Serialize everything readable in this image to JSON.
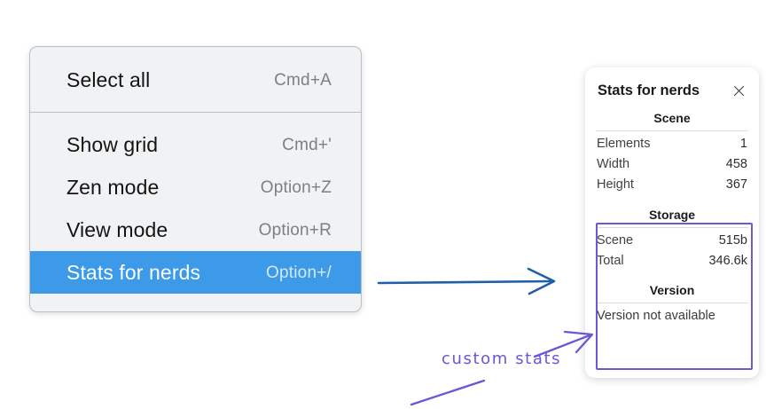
{
  "context_menu": {
    "sections": [
      {
        "items": [
          {
            "label": "Select all",
            "shortcut": "Cmd+A",
            "selected": false
          }
        ]
      },
      {
        "items": [
          {
            "label": "Show grid",
            "shortcut": "Cmd+'",
            "selected": false
          },
          {
            "label": "Zen mode",
            "shortcut": "Option+Z",
            "selected": false
          },
          {
            "label": "View mode",
            "shortcut": "Option+R",
            "selected": false
          },
          {
            "label": "Stats for nerds",
            "shortcut": "Option+/",
            "selected": true
          }
        ]
      }
    ],
    "colors": {
      "background": "#f1f2f4",
      "border": "#b9bfc7",
      "selected_background": "#3c9ae8",
      "selected_label": "#ffffff",
      "selected_shortcut": "#d5e9f9",
      "label": "#141414",
      "shortcut": "#7b7f86"
    }
  },
  "stats_panel": {
    "title": "Stats for nerds",
    "close_icon": "close-icon",
    "groups": [
      {
        "heading": "Scene",
        "rows": [
          {
            "key": "Elements",
            "value": "1"
          },
          {
            "key": "Width",
            "value": "458"
          },
          {
            "key": "Height",
            "value": "367"
          }
        ]
      },
      {
        "heading": "Storage",
        "rows": [
          {
            "key": "Scene",
            "value": "515b"
          },
          {
            "key": "Total",
            "value": "346.6k"
          }
        ]
      },
      {
        "heading": "Version",
        "note": "Version not available",
        "rows": []
      }
    ],
    "highlight_color": "#7356d8"
  },
  "annotations": {
    "handwritten_label": "custom stats",
    "handwriting_color": "#6f55d6",
    "blue_arrow_color": "#1f5fa8",
    "purple_arrow_color": "#6f55d6"
  }
}
